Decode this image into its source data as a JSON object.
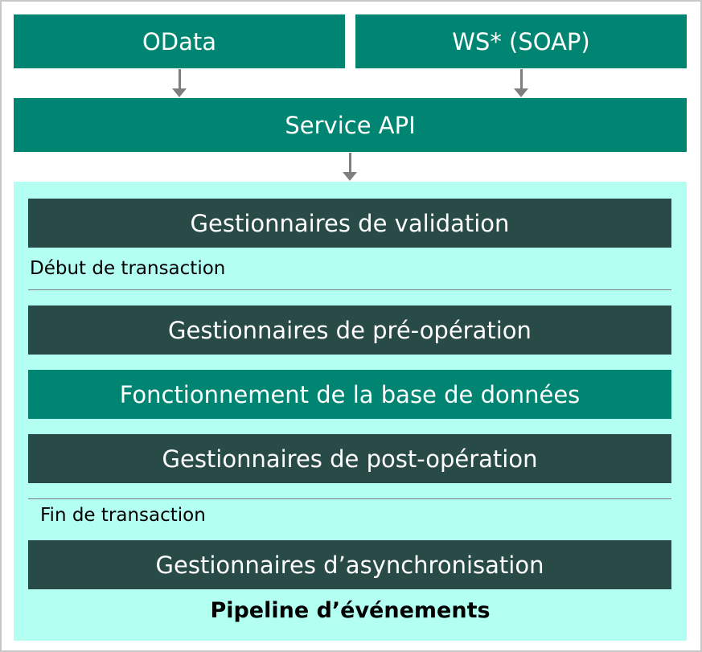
{
  "diagram": {
    "top_boxes": [
      {
        "label": "OData"
      },
      {
        "label": "WS* (SOAP)"
      }
    ],
    "service_api": {
      "label": "Service API"
    },
    "pipeline": {
      "title": "Pipeline d’événements",
      "stages": [
        {
          "label": "Gestionnaires de validation",
          "style": "dark"
        },
        {
          "label": "Gestionnaires de pré-opération",
          "style": "dark"
        },
        {
          "label": "Fonctionnement de la base de données",
          "style": "teal"
        },
        {
          "label": "Gestionnaires de post-opération",
          "style": "dark"
        },
        {
          "label": "Gestionnaires d’asynchronisation",
          "style": "dark"
        }
      ],
      "markers": [
        {
          "label": "Début de transaction"
        },
        {
          "label": "Fin de transaction"
        }
      ]
    },
    "colors": {
      "teal": "#008573",
      "dark": "#284b48",
      "panel": "#b3fff2",
      "arrow": "#7f7f7f"
    }
  }
}
